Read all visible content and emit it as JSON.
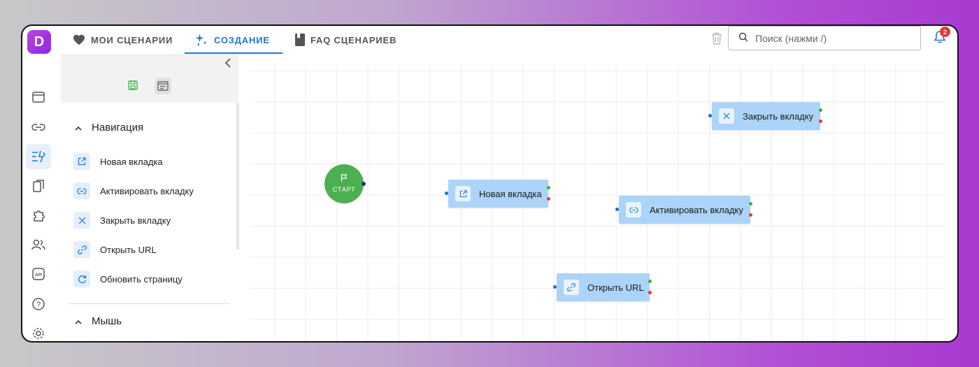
{
  "tabs": [
    {
      "label": "МОИ СЦЕНАРИИ",
      "icon": "heart-icon"
    },
    {
      "label": "СОЗДАНИЕ",
      "icon": "sparkles-icon",
      "active": true
    },
    {
      "label": "FAQ СЦЕНАРИЕВ",
      "icon": "book-icon"
    }
  ],
  "search": {
    "placeholder": "Поиск (нажми /)"
  },
  "notifications": {
    "count": "2"
  },
  "logo": {
    "letter": "D"
  },
  "sidebar": {
    "sections": [
      {
        "title": "Навигация",
        "items": [
          {
            "label": "Новая вкладка",
            "icon": "external-link-icon"
          },
          {
            "label": "Активировать вкладку",
            "icon": "link-icon"
          },
          {
            "label": "Закрыть вкладку",
            "icon": "close-icon"
          },
          {
            "label": "Открыть URL",
            "icon": "chain-link-icon"
          },
          {
            "label": "Обновить страницу",
            "icon": "refresh-icon"
          }
        ]
      },
      {
        "title": "Мышь",
        "items": []
      }
    ]
  },
  "canvas": {
    "start_label": "СТАРТ",
    "nodes": [
      {
        "label": "Закрыть вкладку",
        "icon": "close-icon"
      },
      {
        "label": "Новая вкладка",
        "icon": "external-link-icon"
      },
      {
        "label": "Активировать вкладку",
        "icon": "link-icon"
      },
      {
        "label": "Открыть URL",
        "icon": "chain-link-icon"
      }
    ]
  },
  "colors": {
    "accent": "#1e78d2",
    "start": "#4caf50",
    "node": "#abd4f8",
    "ok_port": "#2fb344",
    "error_port": "#e53935"
  }
}
